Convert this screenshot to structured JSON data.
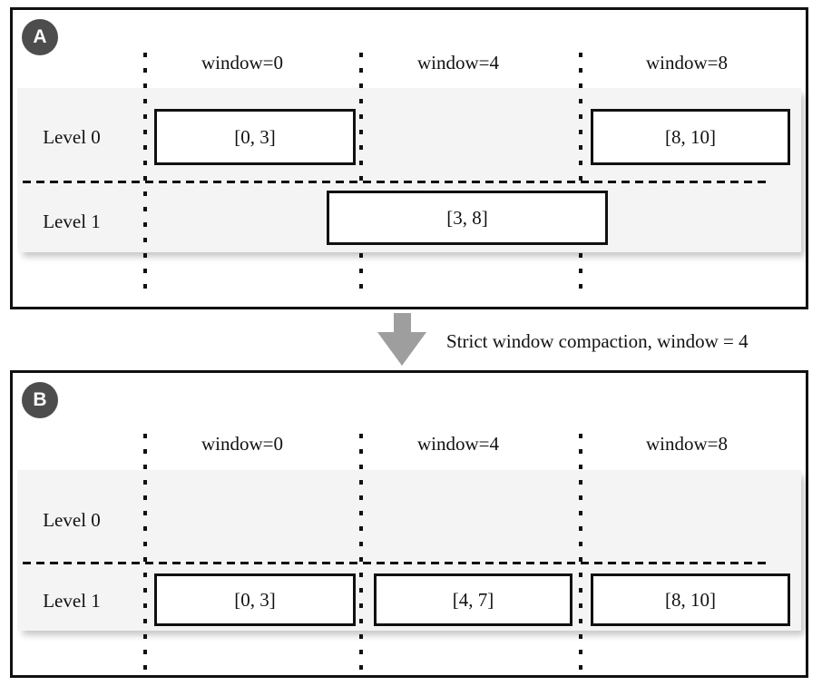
{
  "figure": {
    "panel_a": {
      "badge": "A",
      "columns": [
        "window=0",
        "window=4",
        "window=8"
      ],
      "rows": [
        "Level 0",
        "Level 1"
      ],
      "boxes": [
        {
          "label": "[0, 3]",
          "row": "Level 0",
          "window": "window=0"
        },
        {
          "label": "[8, 10]",
          "row": "Level 0",
          "window": "window=8"
        },
        {
          "label": "[3, 8]",
          "row": "Level 1",
          "window": "spans window=0 through window=8"
        }
      ]
    },
    "transition": {
      "label": "Strict window compaction, window = 4",
      "arrow_icon": "down-arrow"
    },
    "panel_b": {
      "badge": "B",
      "columns": [
        "window=0",
        "window=4",
        "window=8"
      ],
      "rows": [
        "Level 0",
        "Level 1"
      ],
      "boxes": [
        {
          "label": "[0, 3]",
          "row": "Level 1",
          "window": "window=0"
        },
        {
          "label": "[4, 7]",
          "row": "Level 1",
          "window": "window=4"
        },
        {
          "label": "[8, 10]",
          "row": "Level 1",
          "window": "window=8"
        }
      ]
    }
  },
  "colors": {
    "ink": "#111111",
    "level_band": "#f4f4f4",
    "badge_circle": "#4d4d4d",
    "arrow": "#9e9e9e",
    "background": "#ffffff"
  }
}
